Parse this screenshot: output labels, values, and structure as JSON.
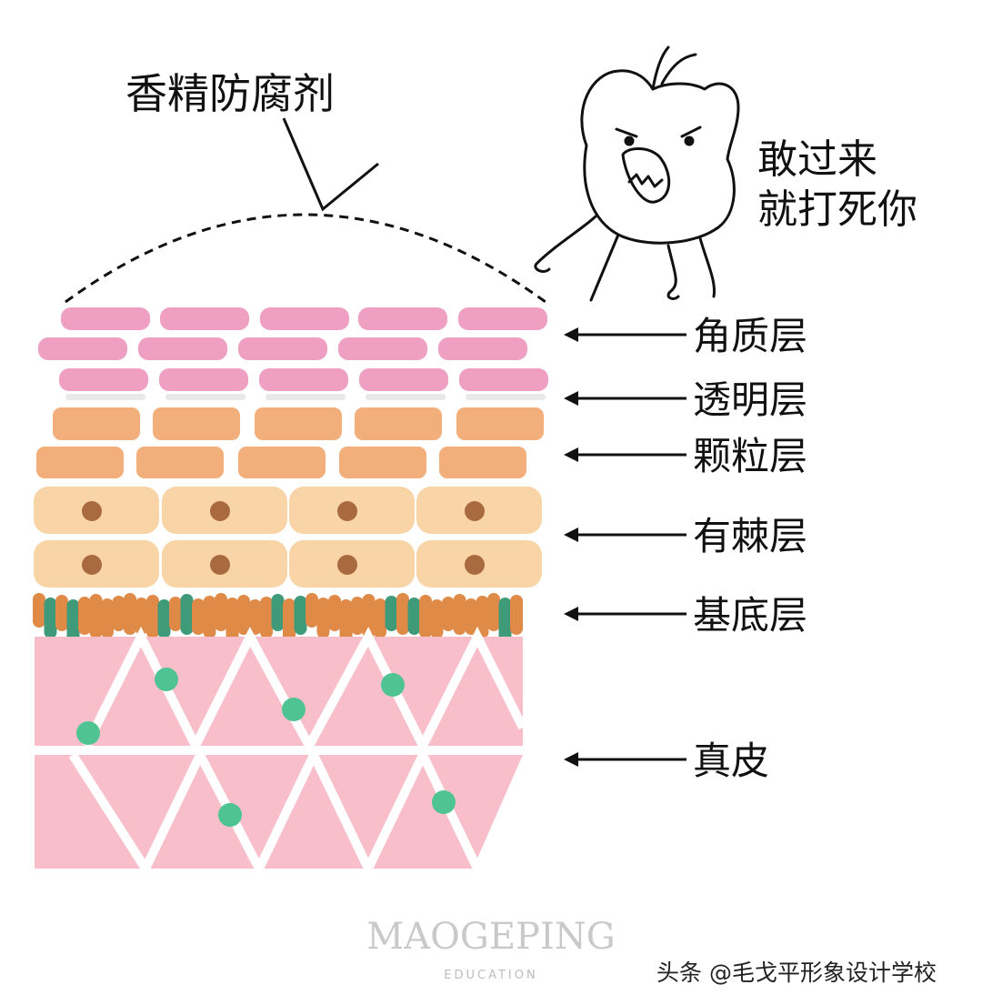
{
  "annotation": {
    "label": "香精防腐剂"
  },
  "speech": {
    "line1": "敢过来",
    "line2": "就打死你"
  },
  "layers": [
    {
      "label": "角质层"
    },
    {
      "label": "透明层"
    },
    {
      "label": "颗粒层"
    },
    {
      "label": "有棘层"
    },
    {
      "label": "基底层"
    },
    {
      "label": "真皮"
    }
  ],
  "brand": {
    "name": "MAOGEPING",
    "sub": "EDUCATION"
  },
  "watermark": {
    "text": "头条 @毛戈平形象设计学校"
  },
  "colors": {
    "corneum": "#ef9fc1",
    "lucidum": "#e9e9e9",
    "granulosum": "#f2af7b",
    "spinosum": "#f9d4a6",
    "nucleus": "#a86a3e",
    "basal_orange": "#e08a48",
    "basal_green": "#3f9a7a",
    "dermis": "#f8bfcb",
    "dermis_dot": "#4fc392",
    "arrow": "#111111"
  }
}
